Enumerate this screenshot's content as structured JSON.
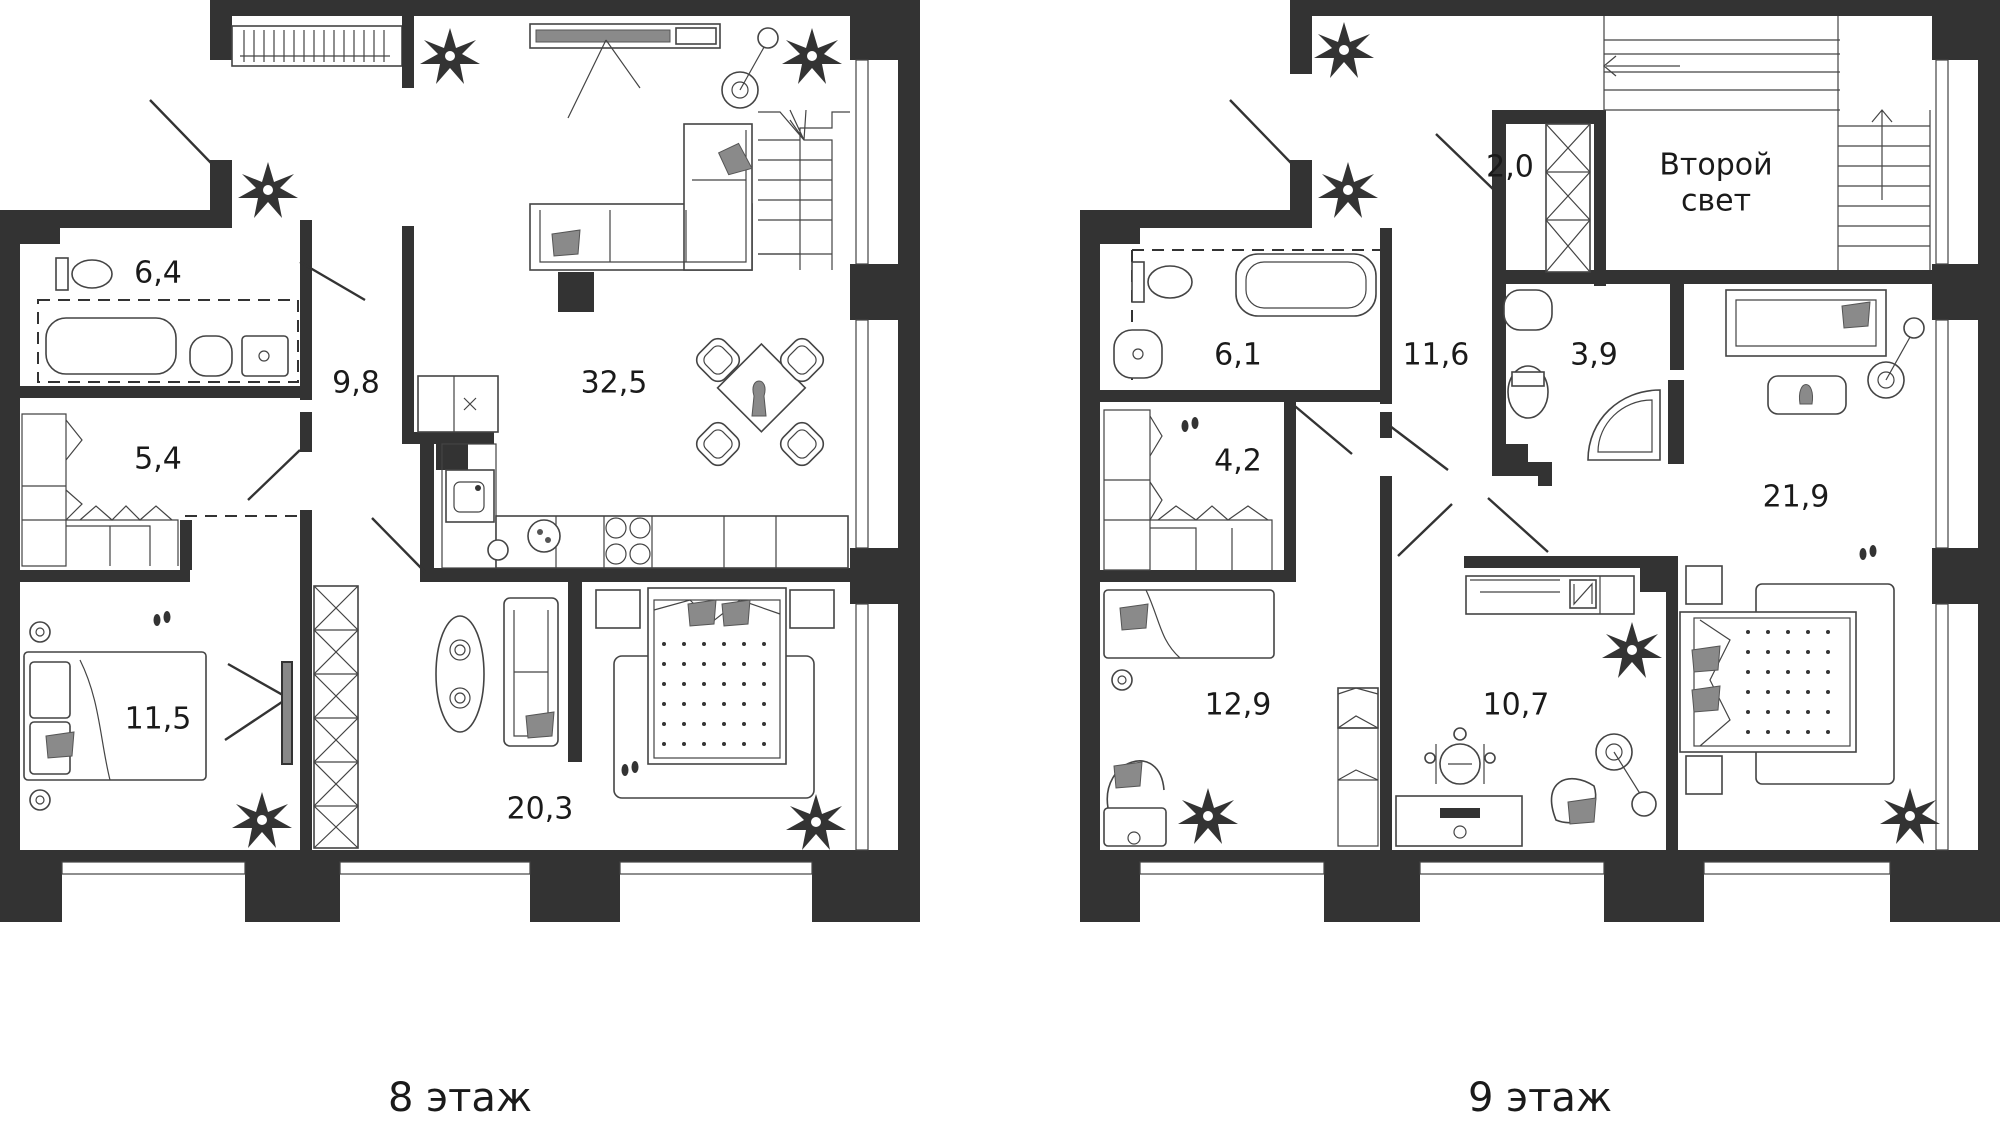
{
  "floors": [
    {
      "label": "8 этаж",
      "rooms": [
        {
          "id": "bath",
          "area": "6,4"
        },
        {
          "id": "closet",
          "area": "5,4"
        },
        {
          "id": "hall",
          "area": "9,8"
        },
        {
          "id": "living-kitchen",
          "area": "32,5"
        },
        {
          "id": "bedroom-small",
          "area": "11,5"
        },
        {
          "id": "bedroom-master",
          "area": "20,3"
        }
      ]
    },
    {
      "label": "9 этаж",
      "rooms": [
        {
          "id": "bath",
          "area": "6,1"
        },
        {
          "id": "hall",
          "area": "11,6"
        },
        {
          "id": "storage",
          "area": "2,0"
        },
        {
          "id": "shower",
          "area": "3,9"
        },
        {
          "id": "closet",
          "area": "4,2"
        },
        {
          "id": "kids-room",
          "area": "12,9"
        },
        {
          "id": "study",
          "area": "10,7"
        },
        {
          "id": "bedroom-master",
          "area": "21,9"
        }
      ],
      "void_label_line1": "Второй",
      "void_label_line2": "свет"
    }
  ],
  "colors": {
    "wall": "#333333",
    "furniture_accent": "#8a8a8a",
    "background": "#ffffff"
  }
}
